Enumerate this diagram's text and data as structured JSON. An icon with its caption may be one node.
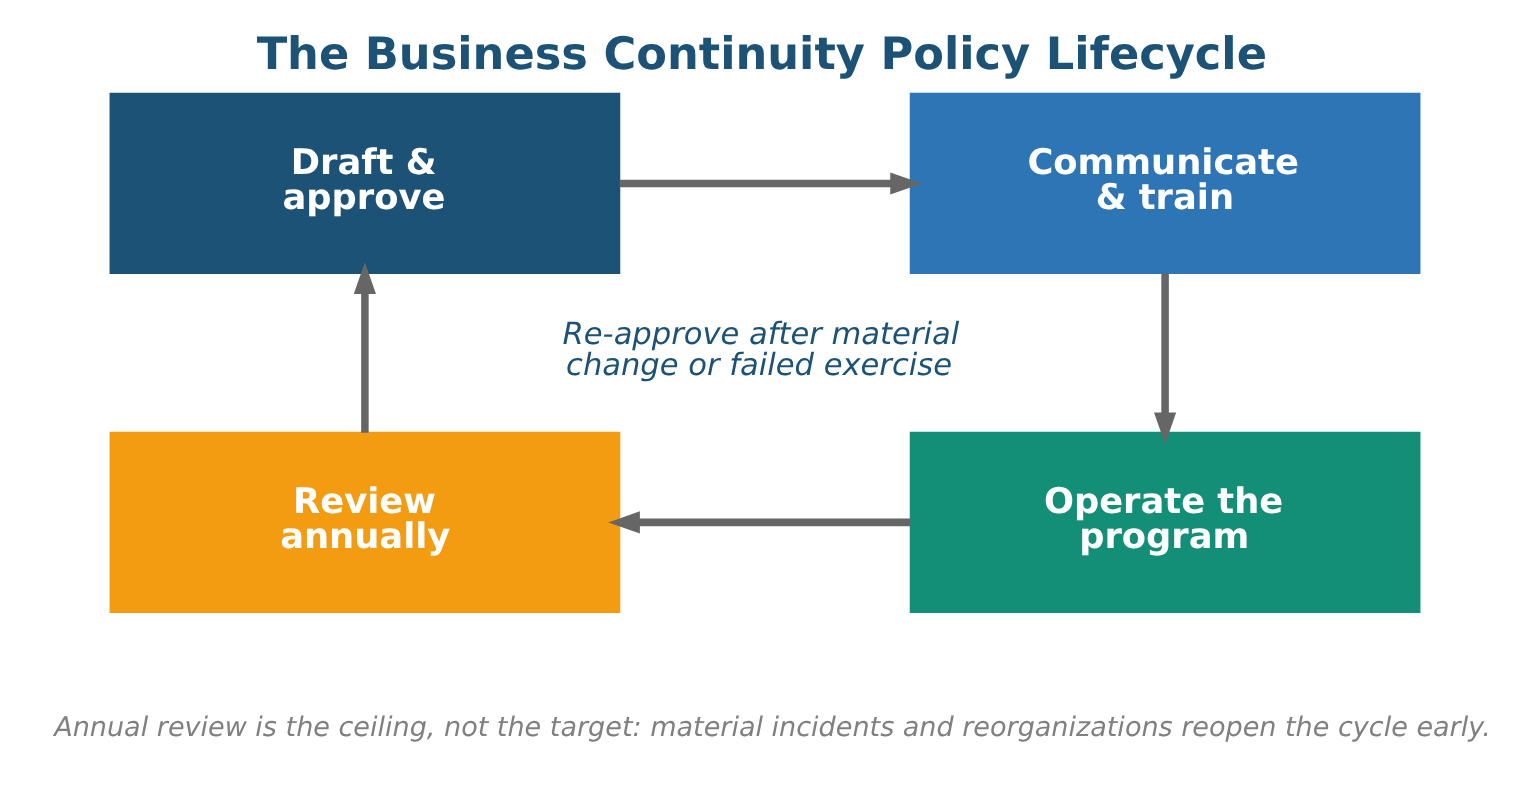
{
  "diagram": {
    "title": "The Business Continuity Policy Lifecycle",
    "caption": "Annual review is the ceiling, not the target: material incidents and reorganizations reopen the cycle early.",
    "nodes": [
      {
        "text": [
          "Draft & approve"
        ]
      },
      {
        "text": [
          "Communicate & train"
        ]
      },
      {
        "text": [
          "Review annually"
        ]
      },
      {
        "text": [
          "Operate the program"
        ]
      }
    ],
    "edges": [
      {
        "from": 0,
        "to": 1,
        "arrow": "to"
      },
      {
        "from": 1,
        "to": 3,
        "arrow": "to"
      },
      {
        "from": 3,
        "to": 2,
        "arrow": "to"
      },
      {
        "from": 2,
        "to": 0,
        "arrow": "to"
      }
    ],
    "labels": [
      "Re-approve after material change or failed exercise"
    ]
  }
}
